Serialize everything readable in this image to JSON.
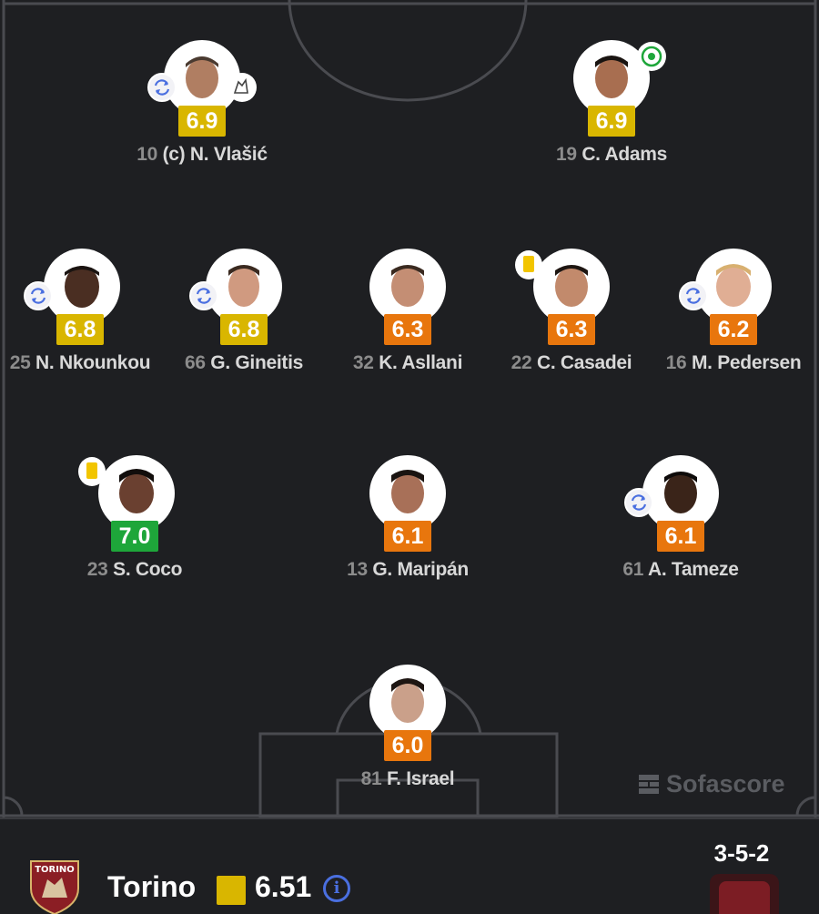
{
  "players": [
    {
      "id": "vlasic",
      "number": "10",
      "name": "(c) N. Vlašić",
      "rating": "6.9",
      "rating_color": "yellow",
      "events": [
        "substituted",
        "motm"
      ]
    },
    {
      "id": "adams",
      "number": "19",
      "name": "C. Adams",
      "rating": "6.9",
      "rating_color": "yellow",
      "events": [
        "goal"
      ]
    },
    {
      "id": "nkounkou",
      "number": "25",
      "name": "N. Nkounkou",
      "rating": "6.8",
      "rating_color": "yellow",
      "events": [
        "substituted"
      ]
    },
    {
      "id": "gineitis",
      "number": "66",
      "name": "G. Gineitis",
      "rating": "6.8",
      "rating_color": "yellow",
      "events": [
        "substituted"
      ]
    },
    {
      "id": "asllani",
      "number": "32",
      "name": "K. Asllani",
      "rating": "6.3",
      "rating_color": "orange",
      "events": []
    },
    {
      "id": "casadei",
      "number": "22",
      "name": "C. Casadei",
      "rating": "6.3",
      "rating_color": "orange",
      "events": [
        "yellow-card"
      ]
    },
    {
      "id": "pedersen",
      "number": "16",
      "name": "M. Pedersen",
      "rating": "6.2",
      "rating_color": "orange",
      "events": [
        "substituted"
      ]
    },
    {
      "id": "coco",
      "number": "23",
      "name": "S. Coco",
      "rating": "7.0",
      "rating_color": "green",
      "events": [
        "yellow-card"
      ]
    },
    {
      "id": "maripan",
      "number": "13",
      "name": "G. Maripán",
      "rating": "6.1",
      "rating_color": "orange",
      "events": []
    },
    {
      "id": "tameze",
      "number": "61",
      "name": "A. Tameze",
      "rating": "6.1",
      "rating_color": "orange",
      "events": [
        "substituted"
      ]
    },
    {
      "id": "israel",
      "number": "81",
      "name": "F. Israel",
      "rating": "6.0",
      "rating_color": "orange",
      "events": []
    }
  ],
  "watermark": "Sofascore",
  "team": {
    "name": "Torino",
    "average_rating": "6.51",
    "formation": "3-5-2",
    "crest_text": "TORINO"
  },
  "colors": {
    "pitch": "#1e1f22",
    "rating_yellow": "#d9b600",
    "rating_orange": "#e8760d",
    "rating_green": "#1ea63a",
    "info_blue": "#4a6fe0"
  }
}
